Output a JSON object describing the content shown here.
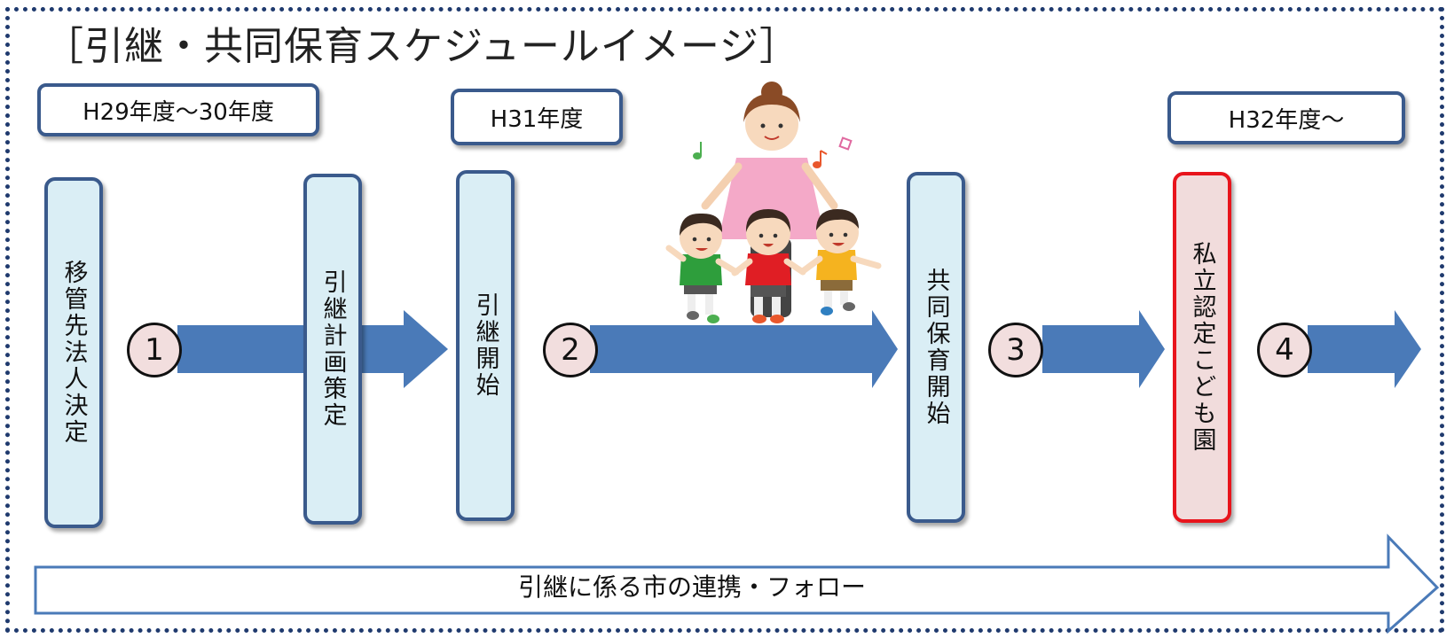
{
  "title": "［引継・共同保育スケジュールイメージ］",
  "periods": [
    {
      "id": "p1",
      "label": "H29年度〜30年度"
    },
    {
      "id": "p2",
      "label": "H31年度"
    },
    {
      "id": "p3",
      "label": "H32年度〜"
    }
  ],
  "stages": [
    {
      "id": "s1",
      "label": "移管先法人決定",
      "highlight": false
    },
    {
      "id": "s2",
      "label": "引継計画策定",
      "highlight": false
    },
    {
      "id": "s3",
      "label": "引継開始",
      "highlight": false
    },
    {
      "id": "s4",
      "label": "共同保育開始",
      "highlight": false
    },
    {
      "id": "s5",
      "label": "私立認定こども園",
      "highlight": true
    }
  ],
  "steps": [
    "1",
    "2",
    "3",
    "4"
  ],
  "followup": "引継に係る市の連携・フォロー",
  "colors": {
    "frame": "#1f3a6e",
    "arrow": "#4a7ab8",
    "stage_fill": "#daeef5",
    "stage_border": "#3a5a8c",
    "highlight_border": "#e8141c",
    "highlight_fill": "#f1dcdc",
    "step_fill": "#f2dede"
  }
}
